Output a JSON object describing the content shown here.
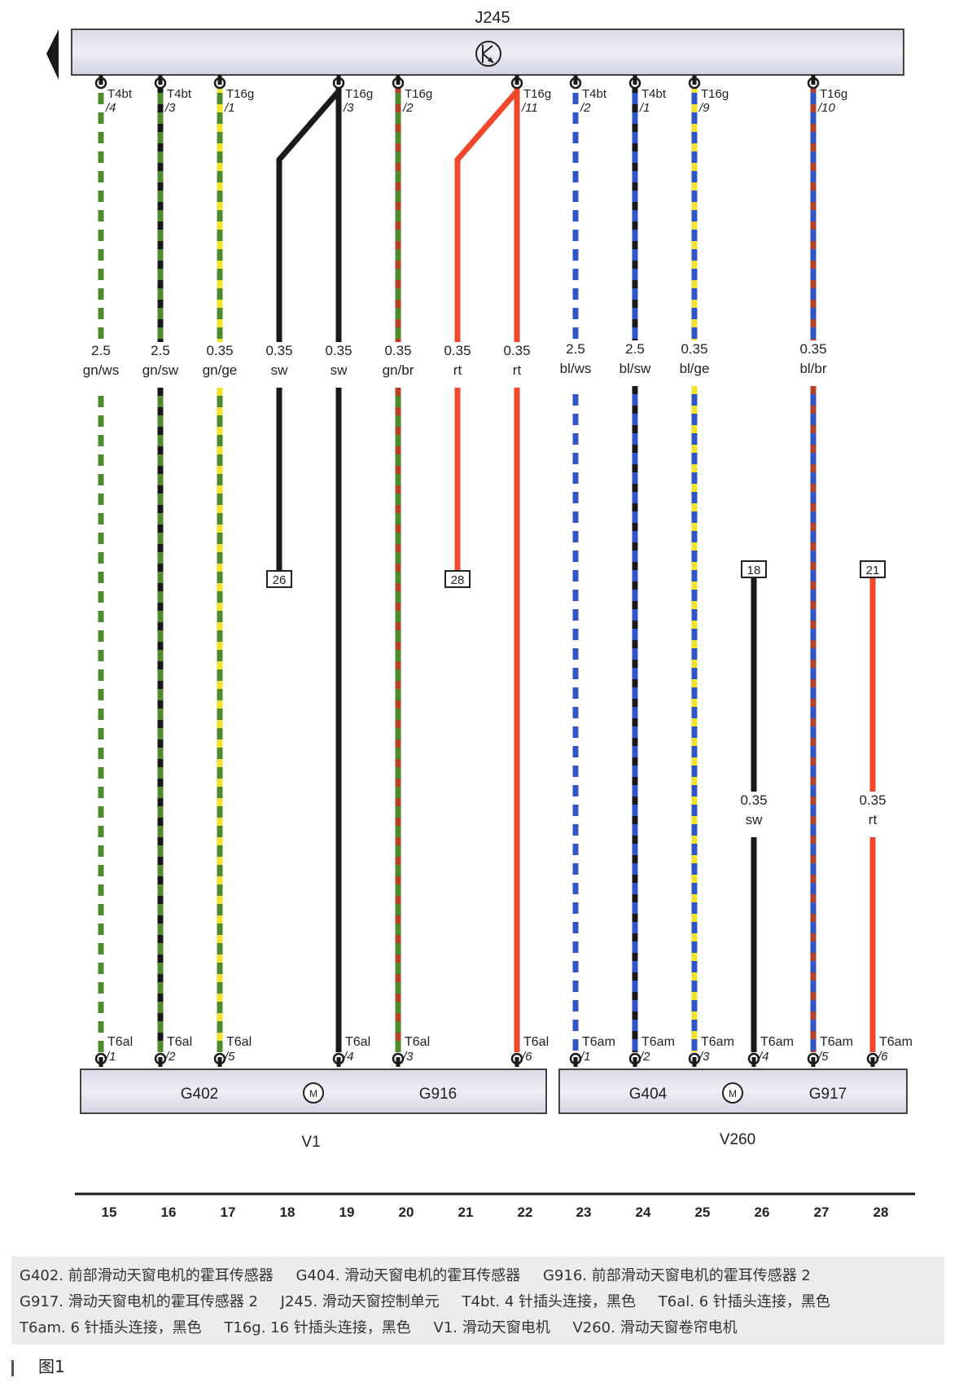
{
  "diagram": {
    "control_unit": {
      "label": "J245",
      "icon": "transistor-icon"
    },
    "top_connectors": [
      {
        "conn": "T4bt",
        "pin": "/4"
      },
      {
        "conn": "T4bt",
        "pin": "/3"
      },
      {
        "conn": "T16g",
        "pin": "/1"
      },
      {
        "conn": "T16g",
        "pin": "/3"
      },
      {
        "conn": "T16g",
        "pin": "/2"
      },
      {
        "conn": "T16g",
        "pin": "/11"
      },
      {
        "conn": "T4bt",
        "pin": "/2"
      },
      {
        "conn": "T4bt",
        "pin": "/1"
      },
      {
        "conn": "T16g",
        "pin": "/9"
      },
      {
        "conn": "T16g",
        "pin": "/10"
      }
    ],
    "wires": [
      {
        "col": 15,
        "size": "2.5",
        "color": "gn/ws",
        "primary": "#4e8a2e",
        "stripe": "#ffffff"
      },
      {
        "col": 16,
        "size": "2.5",
        "color": "gn/sw",
        "primary": "#4e8a2e",
        "stripe": "#1a1a1a"
      },
      {
        "col": 17,
        "size": "0.35",
        "color": "gn/ge",
        "primary": "#4e8a2e",
        "stripe": "#f2e22c"
      },
      {
        "col": 18,
        "size": "0.35",
        "color": "sw",
        "primary": "#1a1a1a",
        "stripe": null
      },
      {
        "col": 19,
        "size": "0.35",
        "color": "sw",
        "primary": "#1a1a1a",
        "stripe": null
      },
      {
        "col": 20,
        "size": "0.35",
        "color": "gn/br",
        "primary": "#4e8a2e",
        "stripe": "#b5402a"
      },
      {
        "col": 21,
        "size": "0.35",
        "color": "rt",
        "primary": "#f2472a",
        "stripe": null
      },
      {
        "col": 22,
        "size": "0.35",
        "color": "rt",
        "primary": "#f2472a",
        "stripe": null
      },
      {
        "col": 23,
        "size": "2.5",
        "color": "bl/ws",
        "primary": "#2f55c8",
        "stripe": "#ffffff"
      },
      {
        "col": 24,
        "size": "2.5",
        "color": "bl/sw",
        "primary": "#2f55c8",
        "stripe": "#1a1a1a"
      },
      {
        "col": 25,
        "size": "0.35",
        "color": "bl/ge",
        "primary": "#2f55c8",
        "stripe": "#f2e22c"
      },
      {
        "col": 26,
        "size": "0.35",
        "color": "sw",
        "primary": "#1a1a1a",
        "stripe": null
      },
      {
        "col": 27,
        "size": "0.35",
        "color": "bl/br",
        "primary": "#2f55c8",
        "stripe": "#b5402a"
      },
      {
        "col": 28,
        "size": "0.35",
        "color": "rt",
        "primary": "#f2472a",
        "stripe": null
      }
    ],
    "cross_refs": [
      "26",
      "28",
      "18",
      "21"
    ],
    "bottom_connectors": [
      {
        "conn": "T6al",
        "pin": "/1"
      },
      {
        "conn": "T6al",
        "pin": "/2"
      },
      {
        "conn": "T6al",
        "pin": "/5"
      },
      {
        "conn": "T6al",
        "pin": "/4"
      },
      {
        "conn": "T6al",
        "pin": "/3"
      },
      {
        "conn": "T6al",
        "pin": "/6"
      },
      {
        "conn": "T6am",
        "pin": "/1"
      },
      {
        "conn": "T6am",
        "pin": "/2"
      },
      {
        "conn": "T6am",
        "pin": "/3"
      },
      {
        "conn": "T6am",
        "pin": "/4"
      },
      {
        "conn": "T6am",
        "pin": "/5"
      },
      {
        "conn": "T6am",
        "pin": "/6"
      }
    ],
    "motor_v1": {
      "sensor_left": "G402",
      "sensor_right": "G916",
      "name": "V1",
      "icon": "motor-icon",
      "icon_glyph": "M"
    },
    "motor_v260": {
      "sensor_left": "G404",
      "sensor_right": "G917",
      "name": "V260",
      "icon": "motor-icon",
      "icon_glyph": "M"
    },
    "track_numbers": [
      "15",
      "16",
      "17",
      "18",
      "19",
      "20",
      "21",
      "22",
      "23",
      "24",
      "25",
      "26",
      "27",
      "28"
    ]
  },
  "legend": {
    "rows": [
      [
        "G402. 前部滑动天窗电机的霍耳传感器",
        "G404. 滑动天窗电机的霍耳传感器",
        "G916. 前部滑动天窗电机的霍耳传感器 2"
      ],
      [
        "G917. 滑动天窗电机的霍耳传感器 2",
        "J245. 滑动天窗控制单元",
        "T4bt. 4 针插头连接，黑色",
        "T6al. 6 针插头连接，黑色"
      ],
      [
        "T6am. 6 针插头连接，黑色",
        "T16g. 16 针插头连接，黑色",
        "V1. 滑动天窗电机",
        "V260. 滑动天窗卷帘电机"
      ]
    ]
  },
  "caption": "图1"
}
